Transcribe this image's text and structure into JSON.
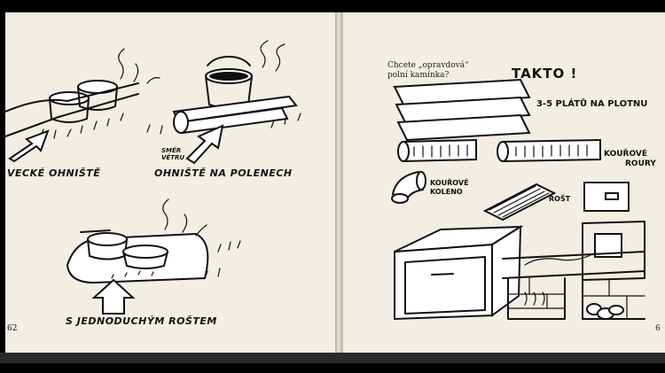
{
  "left_page": {
    "caption_top_left": "VECKÉ OHNIŠTĚ",
    "caption_top_right": "OHNIŠTĚ NA POLENECH",
    "wind_label_line1": "SMĚR",
    "wind_label_line2": "VĚTRU",
    "caption_bottom": "S JEDNODUCHÝM ROŠTEM",
    "page_number": "62"
  },
  "right_page": {
    "question_line1": "Chcete „opravdová“",
    "question_line2": "polní kamínka?",
    "heading": "TAKTO !",
    "plates_label": "3-5 PLÁTŮ NA PLOTNU",
    "pipes_label_line1": "KOUŘOVÉ",
    "pipes_label_line2": "ROURY",
    "elbow_label_line1": "KOUŘOVÉ",
    "elbow_label_line2": "KOLENO",
    "grate_label": "ROŠT",
    "page_number": "6"
  }
}
